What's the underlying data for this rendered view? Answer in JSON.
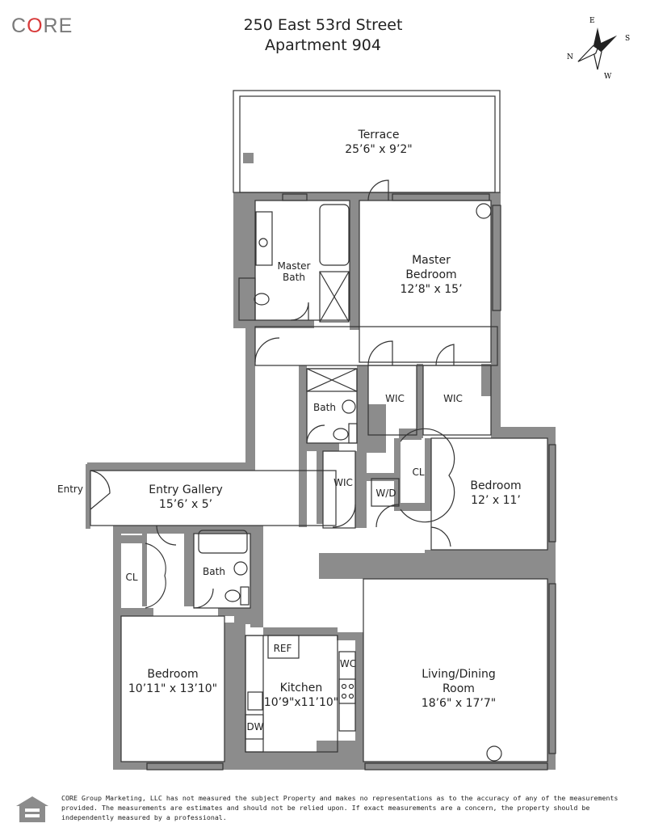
{
  "brand": {
    "logo_text": "CORE"
  },
  "header": {
    "address": "250 East 53rd Street",
    "unit": "Apartment 904"
  },
  "compass": {
    "north": "N",
    "south": "S",
    "east": "E",
    "west": "W"
  },
  "rooms": {
    "terrace": {
      "name": "Terrace",
      "dims": "25’6\" x 9’2\""
    },
    "master_bath": {
      "name_line1": "Master",
      "name_line2": "Bath"
    },
    "master_bedroom": {
      "name_line1": "Master",
      "name_line2": "Bedroom",
      "dims": "12’8\" x 15’"
    },
    "bath_center": {
      "name": "Bath"
    },
    "wic_1": {
      "name": "WIC"
    },
    "wic_2": {
      "name": "WIC"
    },
    "wic_3": {
      "name": "WIC"
    },
    "wd": {
      "name": "W/D"
    },
    "cl_1": {
      "name": "CL"
    },
    "cl_2": {
      "name": "CL"
    },
    "bedroom_2": {
      "name": "Bedroom",
      "dims": "12’ x 11’"
    },
    "entry": {
      "name": "Entry"
    },
    "entry_gallery": {
      "name": "Entry Gallery",
      "dims": "15’6’ x 5’"
    },
    "bath_left": {
      "name": "Bath"
    },
    "bedroom_3": {
      "name": "Bedroom",
      "dims": "10’11\" x 13’10\""
    },
    "kitchen": {
      "name": "Kitchen",
      "dims": "10’9\"x11’10\""
    },
    "ref": {
      "name": "REF"
    },
    "wc": {
      "name": "WC"
    },
    "dw": {
      "name": "DW"
    },
    "living": {
      "name_line1": "Living/Dining",
      "name_line2": "Room",
      "dims": "18’6\" x 17’7\""
    }
  },
  "disclaimer": "CORE Group Marketing, LLC has not measured the subject Property and makes no representations as to the accuracy of any of the measurements provided. The measurements are estimates and should not be relied upon. If exact measurements are a concern, the property should be independently measured by a professional.",
  "colors": {
    "wall": "#8c8c8c",
    "line": "#333333",
    "logo_gray": "#7a7a7a",
    "logo_accent": "#d83a3a"
  }
}
